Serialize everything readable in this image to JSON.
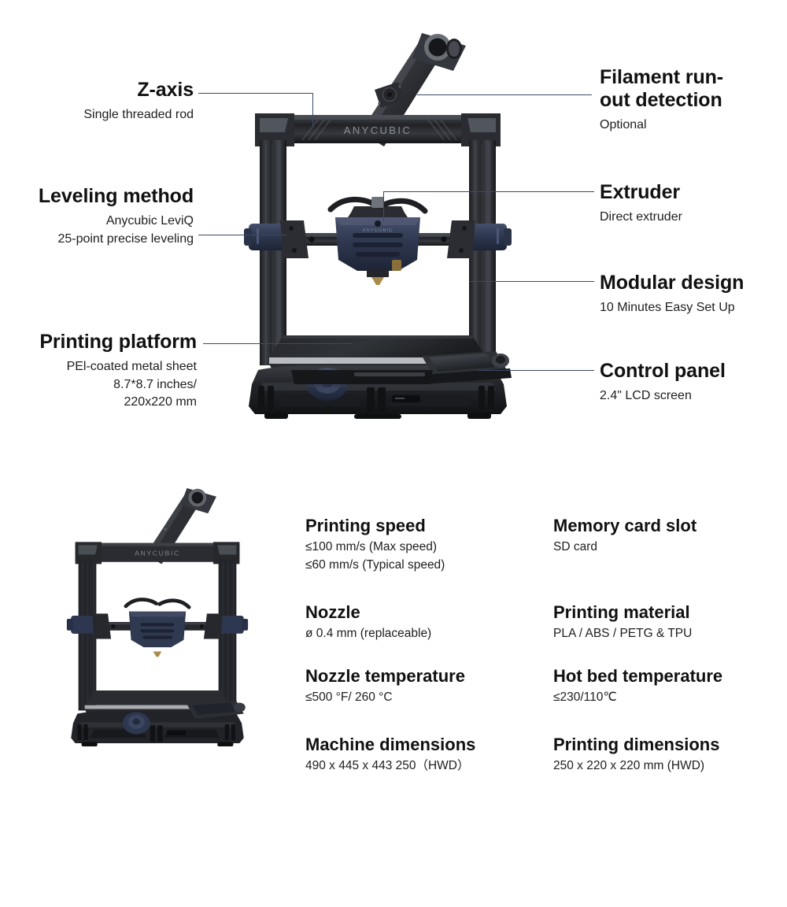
{
  "product": {
    "brand": "ANYCUBIC",
    "accent_line_color": "#3c4a63",
    "body_color": "#2b2d31",
    "extruder_color": "#2f3a52"
  },
  "top_diagram": {
    "callouts_left": [
      {
        "id": "z-axis",
        "title": "Z-axis",
        "sub": "Single threaded rod"
      },
      {
        "id": "leveling-method",
        "title": "Leveling method",
        "sub": "Anycubic LeviQ\n25-point precise leveling"
      },
      {
        "id": "printing-platform",
        "title": "Printing platform",
        "sub": "PEl-coated metal sheet\n8.7*8.7 inches/\n220x220 mm"
      }
    ],
    "callouts_right": [
      {
        "id": "filament-runout-detection",
        "title": "Filament run-\nout detection",
        "sub": "Optional"
      },
      {
        "id": "extruder",
        "title": "Extruder",
        "sub": "Direct extruder"
      },
      {
        "id": "modular-design",
        "title": "Modular design",
        "sub": "10 Minutes Easy Set Up"
      },
      {
        "id": "control-panel",
        "title": "Control panel",
        "sub": "2.4\" LCD screen"
      }
    ]
  },
  "specs": {
    "column_left": [
      {
        "id": "printing-speed",
        "title": "Printing speed",
        "value": "≤100 mm/s (Max speed)\n≤60 mm/s (Typical speed)"
      },
      {
        "id": "nozzle",
        "title": "Nozzle",
        "value": "ø 0.4 mm (replaceable)"
      },
      {
        "id": "nozzle-temperature",
        "title": "Nozzle temperature",
        "value": "≤500 °F/ 260 °C"
      },
      {
        "id": "machine-dimensions",
        "title": "Machine dimensions",
        "value": "490 x 445 x 443 250（HWD）"
      }
    ],
    "column_right": [
      {
        "id": "memory-card-slot",
        "title": "Memory card slot",
        "value": "SD card"
      },
      {
        "id": "printing-material",
        "title": "Printing material",
        "value": "PLA / ABS / PETG & TPU"
      },
      {
        "id": "hot-bed-temperature",
        "title": "Hot bed temperature",
        "value": "≤230/110℃"
      },
      {
        "id": "printing-dimensions",
        "title": "Printing dimensions",
        "value": "250 x 220 x 220 mm (HWD)"
      }
    ]
  }
}
